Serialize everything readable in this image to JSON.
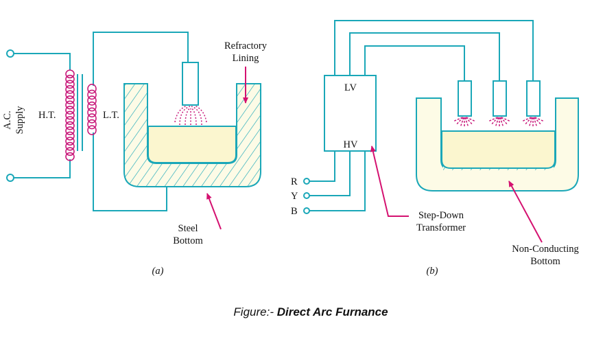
{
  "figure_a": {
    "supply_label_line1": "A.C.",
    "supply_label_line2": "Supply",
    "ht_label": "H.T.",
    "lt_label": "L.T.",
    "lining_label_line1": "Refractory",
    "lining_label_line2": "Lining",
    "bottom_label_line1": "Steel",
    "bottom_label_line2": "Bottom",
    "tag": "(a)"
  },
  "figure_b": {
    "lv_label": "LV",
    "hv_label": "HV",
    "phase_r": "R",
    "phase_y": "Y",
    "phase_b": "B",
    "transformer_label_line1": "Step-Down",
    "transformer_label_line2": "Transformer",
    "bottom_label_line1": "Non-Conducting",
    "bottom_label_line2": "Bottom",
    "tag": "(b)"
  },
  "caption": {
    "prefix": "Figure:-",
    "title": "Direct Arc Furnance"
  },
  "colors": {
    "wire": "#1aa7b8",
    "coil": "#c8197a",
    "arc": "#c8197a",
    "arrow": "#d41170",
    "melt": "#fbf6cf",
    "lining": "#fdfbe6",
    "text": "#111111"
  }
}
